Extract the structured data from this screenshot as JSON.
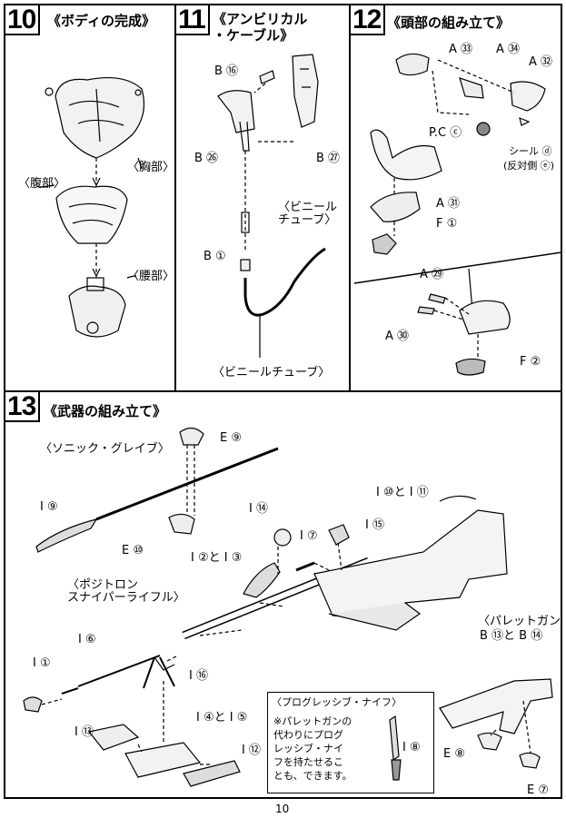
{
  "page_number": "10",
  "steps": [
    {
      "number": "10",
      "title": "《ボディの完成》",
      "labels": {
        "chest": "〈胸部〉",
        "abdomen": "〈腹部〉",
        "waist": "〈腰部〉"
      }
    },
    {
      "number": "11",
      "title": "《アンビリカル\n・ケーブル》",
      "labels": {
        "b16": "B ⑯",
        "b26": "B ㉖",
        "b27": "B ㉗",
        "b1": "B ①",
        "vinyl_tube_short": "〈ビニール\nチューブ〉",
        "vinyl_tube_long": "〈ビニールチューブ〉"
      }
    },
    {
      "number": "12",
      "title": "《頭部の組み立て》",
      "labels": {
        "a33": "A ㉝",
        "a34": "A ㉞",
        "a32": "A ㉜",
        "pc": "P.C ⓒ",
        "seal": "シール ⓓ",
        "seal_reverse": "(反対側 ⓔ)",
        "a31": "A ㉛",
        "f1": "F ①",
        "a29": "A ㉙",
        "a30": "A ㉚",
        "f2": "F ②"
      }
    },
    {
      "number": "13",
      "title": "《武器の組み立て》",
      "labels": {
        "e9": "E ⑨",
        "sonic_glaive": "〈ソニック・グレイブ〉",
        "i9": "I ⑨",
        "e10": "E ⑩",
        "i14": "I ⑭",
        "i7": "I ⑦",
        "i15": "I ⑮",
        "i10_11": "I ⑩と I ⑪",
        "i2_3": "I ②と I ③",
        "positron": "〈ポジトロン\nスナイパーライフル〉",
        "i1": "I ①",
        "i6": "I ⑥",
        "i16": "I ⑯",
        "i4_5": "I ④と I ⑤",
        "i13": "I ⑬",
        "i12": "I ⑫",
        "pallet_gun": "〈パレットガン〉",
        "b13_14": "B ⑬と B ⑭",
        "e8": "E ⑧",
        "e7": "E ⑦"
      },
      "note": {
        "title": "〈プログレッシブ・ナイフ〉",
        "text": "※パレットガンの\n代わりにプログ\nレッシブ・ナイ\nフを持たせるこ\nとも、できます。",
        "part": "I ⑧"
      }
    }
  ]
}
